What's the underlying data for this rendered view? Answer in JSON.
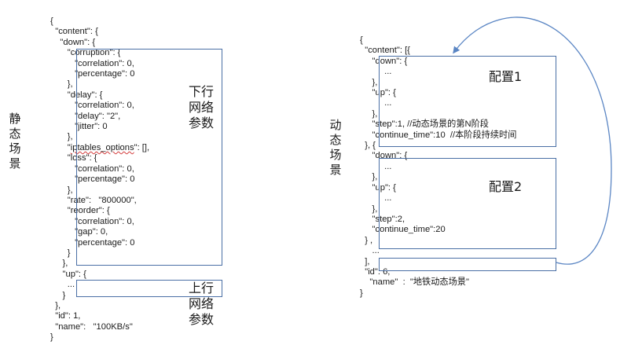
{
  "left": {
    "side_label": "静态场景",
    "lines": [
      "{",
      "  \"content\": {",
      "    \"down\": {",
      "       \"corruption\": {",
      "          \"correlation\": 0,",
      "          \"percentage\": 0",
      "       },",
      "       \"delay\": {",
      "          \"correlation\": 0,",
      "          \"delay\": \"2\",",
      "          \"jitter\": 0",
      "       },",
      "       \"iptables_options\": [],",
      "       \"loss\": {",
      "          \"correlation\": 0,",
      "          \"percentage\": 0",
      "       },",
      "       \"rate\":   \"800000\",",
      "       \"reorder\": {",
      "          \"correlation\": 0,",
      "          \"gap\": 0,",
      "          \"percentage\": 0",
      "       }",
      "     },",
      "     \"up\": {",
      "       ...",
      "     }",
      "  },",
      "  \"id\": 1,",
      "  \"name\":   \"100KB/s\"",
      "}"
    ],
    "down_label": "下行网络参数",
    "up_label": "上行网络参数"
  },
  "right": {
    "side_label": "动态场景",
    "lines": [
      "{",
      "  \"content\": [{",
      "     \"down\": {",
      "          ...",
      "     },",
      "     \"up\": {",
      "          ...",
      "     },",
      "     \"step\":1, //动态场景的第N阶段",
      "     \"continue_time\":10  //本阶段持续时间",
      "  }, {",
      "     \"down\": {",
      "          ...",
      "     },",
      "     \"up\": {",
      "          ...",
      "     },",
      "     \"step\":2,",
      "     \"continue_time\":20",
      "  } ,",
      "     ...",
      "  ],",
      "  \"id\": 6,",
      "    \"name\"  :  \"地铁动态场景\"",
      "}"
    ],
    "config1_label": "配置1",
    "config2_label": "配置2"
  },
  "colors": {
    "box_border": "#4a6fa5",
    "arrow": "#5b86c4",
    "text": "#1a1a1a"
  }
}
